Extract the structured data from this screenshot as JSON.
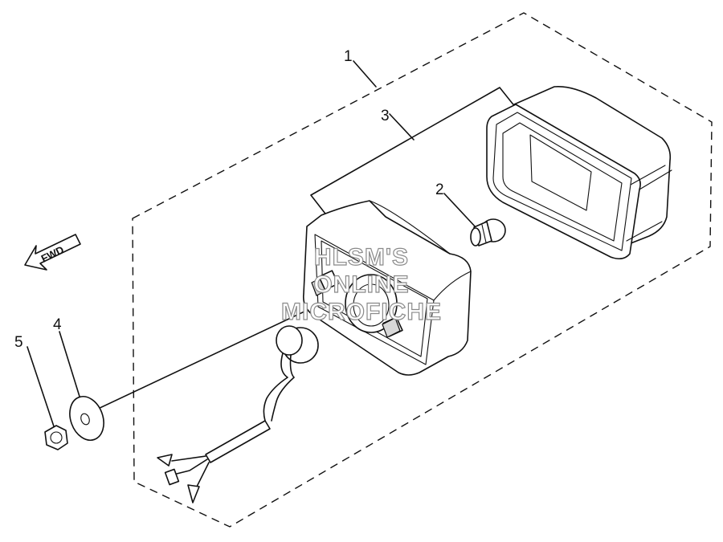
{
  "diagram": {
    "callouts": [
      {
        "id": "1",
        "label": "1"
      },
      {
        "id": "2",
        "label": "2"
      },
      {
        "id": "3",
        "label": "3"
      },
      {
        "id": "4",
        "label": "4"
      },
      {
        "id": "5",
        "label": "5"
      }
    ],
    "direction_arrow": {
      "label": "FWD"
    },
    "watermark": {
      "lines": [
        "HLSM'S",
        "ONLINE",
        "MICROFICHE"
      ]
    }
  }
}
